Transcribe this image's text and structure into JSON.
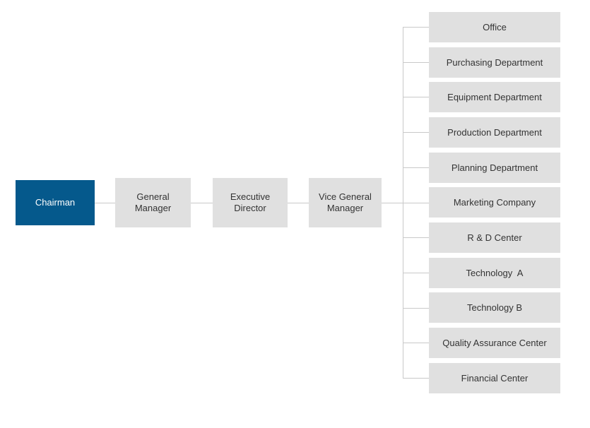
{
  "chart_title": "",
  "colors": {
    "root_fill": "#05598c",
    "root_text": "#ffffff",
    "node_fill": "#e0e0e0",
    "node_text": "#333333",
    "connector": "#c9c9c9",
    "background": "#ffffff"
  },
  "spine": {
    "nodes": [
      {
        "label": "Chairman",
        "level": 0,
        "highlighted": true
      },
      {
        "label": "General\nManager",
        "level": 1,
        "highlighted": false
      },
      {
        "label": "Executive\nDirector",
        "level": 2,
        "highlighted": false
      },
      {
        "label": "Vice General\nManager",
        "level": 3,
        "highlighted": false
      }
    ]
  },
  "departments": {
    "parent": "Vice General Manager",
    "items": [
      {
        "label": "Office"
      },
      {
        "label": "Purchasing Department"
      },
      {
        "label": "Equipment Department"
      },
      {
        "label": "Production Department"
      },
      {
        "label": "Planning Department"
      },
      {
        "label": "Marketing Company"
      },
      {
        "label": "R & D Center"
      },
      {
        "label": "Technology  A"
      },
      {
        "label": "Technology B"
      },
      {
        "label": "Quality Assurance Center"
      },
      {
        "label": "Financial Center"
      }
    ]
  }
}
